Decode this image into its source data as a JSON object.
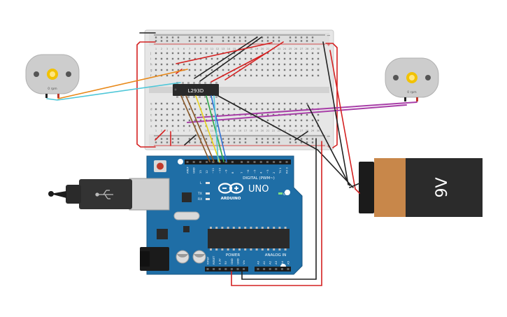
{
  "motors": {
    "left": {
      "rpm": "0 rpm"
    },
    "right": {
      "rpm": "0 rpm"
    }
  },
  "chip": {
    "label": "L293D"
  },
  "battery": {
    "label": "9V",
    "colors": {
      "body": "#2b2b2b",
      "cap": "#c8874a"
    }
  },
  "arduino": {
    "logo": "UNO",
    "brand": "ARDUINO",
    "digital_label": "DIGITAL (PWM~)",
    "power_label": "POWER",
    "analog_label": "ANALOG IN",
    "on_label": "ON",
    "l_label": "L",
    "tx_label": "TX",
    "rx_label": "RX",
    "digital_pins": [
      "AREF",
      "GND",
      "13",
      "12",
      "~11",
      "~10",
      "~9",
      "8",
      "7",
      "~6",
      "~5",
      "4",
      "~3",
      "2",
      "TX 1",
      "RX 0"
    ],
    "power_pins": [
      "IOREF",
      "RESET",
      "3.3V",
      "5V",
      "GND",
      "GND",
      "Vin"
    ],
    "analog_pins": [
      "A0",
      "A1",
      "A2",
      "A3",
      "A4",
      "A5"
    ]
  },
  "breadboard": {
    "row_letters_top": [
      "j",
      "i",
      "h",
      "g",
      "f"
    ],
    "row_letters_bottom": [
      "e",
      "d",
      "c",
      "b",
      "a"
    ],
    "column_numbers": [
      "1",
      "2",
      "3",
      "4",
      "5",
      "6",
      "7",
      "8",
      "9",
      "10",
      "11",
      "12",
      "13",
      "14",
      "15",
      "16",
      "17",
      "18",
      "19",
      "20",
      "21",
      "22",
      "23",
      "24",
      "25",
      "26",
      "27",
      "28",
      "29",
      "30"
    ]
  },
  "colors": {
    "board_blue": "#1f6ea6",
    "wire_red": "#d42020",
    "wire_black": "#222222",
    "wire_orange": "#e8891a",
    "wire_cyan": "#4fc7d8",
    "wire_purple": "#a83fa8",
    "wire_brown": "#8a5a2b",
    "wire_yellow": "#e8d31a",
    "wire_green": "#2ea84a",
    "wire_blue": "#2b6fd6"
  }
}
